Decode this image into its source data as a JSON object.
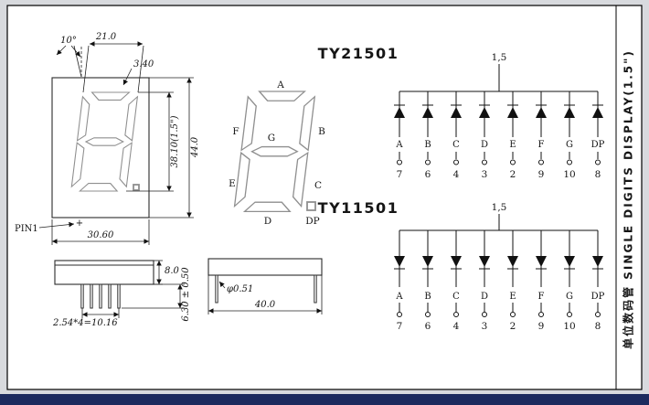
{
  "side_panel": {
    "label": "单位数码管 SINGLE DIGITS DISPLAY(1.5\")"
  },
  "front_view": {
    "angle": "10°",
    "digit_width": "21.0",
    "segment_width": "3.40",
    "digit_height": "38.10(1.5\")",
    "body_height": "44.0",
    "body_width": "30.60",
    "pin1": "PIN1",
    "polarity_mark": "+"
  },
  "side_views": {
    "thickness": "8.0",
    "pin_length": "6.30 ± 0.50",
    "pin_pitch": "2.54*4=10.16",
    "pin_diameter": "φ0.51",
    "length": "40.0"
  },
  "segment_diagram": {
    "labels": {
      "a": "A",
      "b": "B",
      "c": "C",
      "d": "D",
      "e": "E",
      "f": "F",
      "g": "G",
      "dp": "DP"
    }
  },
  "circuits": [
    {
      "model": "TY21501",
      "common_pins": "1,5",
      "diode_direction": "up",
      "segments": [
        {
          "label": "A",
          "pin": "7"
        },
        {
          "label": "B",
          "pin": "6"
        },
        {
          "label": "C",
          "pin": "4"
        },
        {
          "label": "D",
          "pin": "3"
        },
        {
          "label": "E",
          "pin": "2"
        },
        {
          "label": "F",
          "pin": "9"
        },
        {
          "label": "G",
          "pin": "10"
        },
        {
          "label": "DP",
          "pin": "8"
        }
      ]
    },
    {
      "model": "TY11501",
      "common_pins": "1,5",
      "diode_direction": "down",
      "segments": [
        {
          "label": "A",
          "pin": "7"
        },
        {
          "label": "B",
          "pin": "6"
        },
        {
          "label": "C",
          "pin": "4"
        },
        {
          "label": "D",
          "pin": "3"
        },
        {
          "label": "E",
          "pin": "2"
        },
        {
          "label": "F",
          "pin": "9"
        },
        {
          "label": "G",
          "pin": "10"
        },
        {
          "label": "DP",
          "pin": "8"
        }
      ]
    }
  ]
}
